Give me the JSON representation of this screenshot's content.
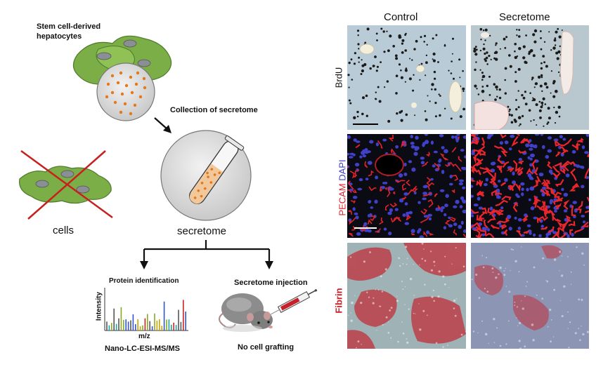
{
  "left": {
    "stem_cell_label_line1": "Stem cell-derived",
    "stem_cell_label_line2": "hepatocytes",
    "collection_label": "Collection of secretome",
    "cells_label": "cells",
    "secretome_label": "secretome",
    "protein_id_label": "Protein identification",
    "intensity_axis": "Intensity",
    "mz_axis": "m/z",
    "method_label": "Nano-LC-ESI-MS/MS",
    "injection_label": "Secretome injection",
    "no_grafting_label": "No cell grafting"
  },
  "right": {
    "col_control": "Control",
    "col_secretome": "Secretome",
    "row_brdu": "BrdU",
    "row_pecam": "PECAM",
    "row_dapi": "DAPI",
    "row_fibrin": "Fibrin"
  },
  "colors": {
    "cell_green": "#7bae47",
    "dot_orange": "#e07a1e",
    "cross_red": "#c8201e",
    "pecam_red": "#e0232a",
    "dapi_blue": "#3c3cc8",
    "fibrin_red": "#c8202a"
  }
}
